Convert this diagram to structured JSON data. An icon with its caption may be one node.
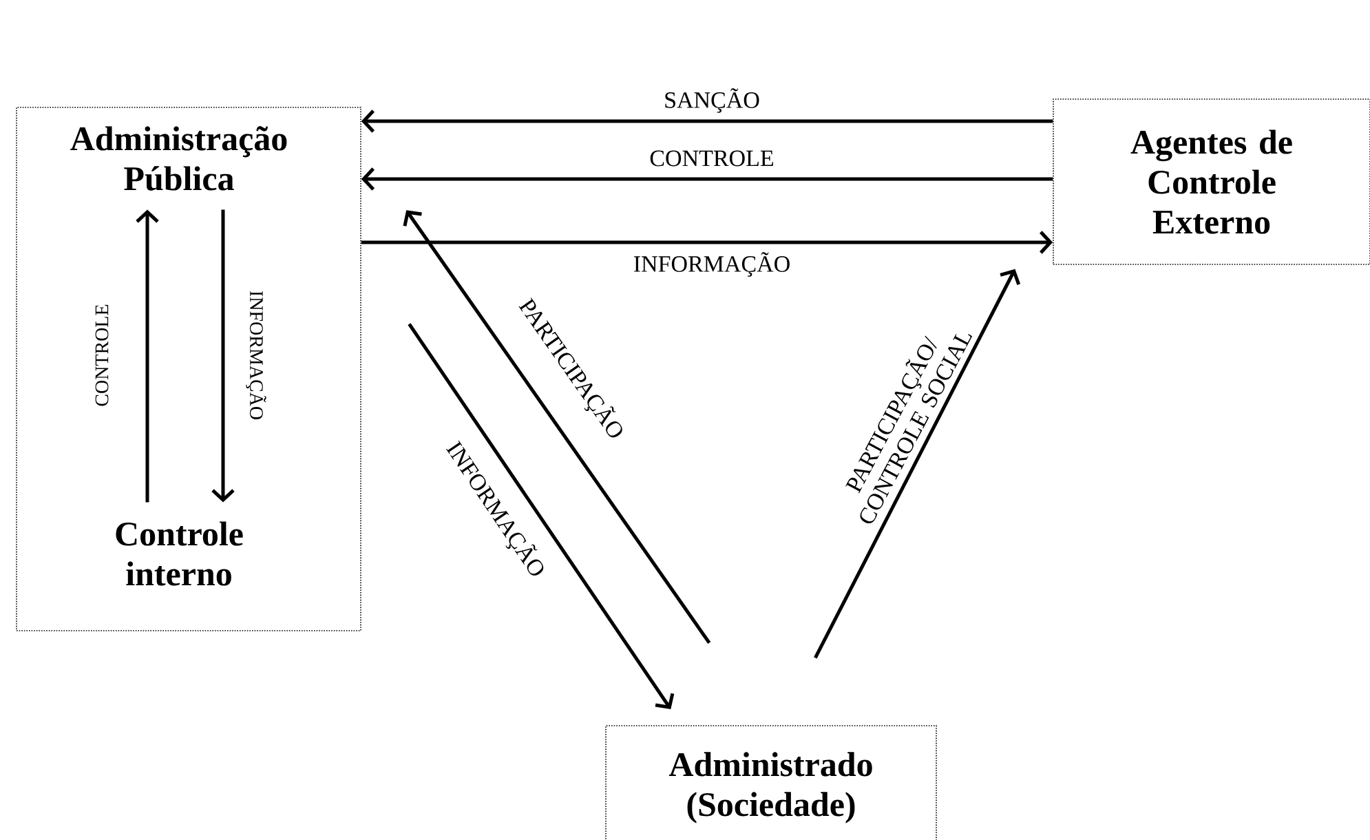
{
  "diagram": {
    "nodes": [
      {
        "text": [],
        "shape": "box"
      },
      {
        "text": [
          "Administração Pública"
        ],
        "in": 0
      },
      {
        "text": [
          "Controle interno"
        ],
        "in": 0
      },
      {
        "text": [
          "Agentes de Controle Externo"
        ]
      },
      {
        "text": [
          "Administrado (Sociedade)"
        ]
      }
    ],
    "edges": [
      {
        "from": 3,
        "to": 0,
        "arrow": "to",
        "label": "SANÇÃO"
      },
      {
        "from": 3,
        "to": 0,
        "arrow": "to",
        "label": "CONTROLE"
      },
      {
        "from": 0,
        "to": 3,
        "arrow": "to",
        "label": "INFORMAÇÃO"
      },
      {
        "from": 1,
        "to": 2,
        "arrow": "to",
        "label": "INFORMAÇÃO"
      },
      {
        "from": 2,
        "to": 1,
        "arrow": "to",
        "label": "CONTROLE"
      },
      {
        "from": 4,
        "to": 0,
        "arrow": "to",
        "label": "PARTICIPAÇÃO"
      },
      {
        "from": 0,
        "to": 4,
        "arrow": "to",
        "label": "INFORMAÇÃO"
      },
      {
        "from": 4,
        "to": 3,
        "arrow": "to",
        "label": "PARTICIPAÇÃO/ CONTROLE SOCIAL"
      }
    ]
  }
}
